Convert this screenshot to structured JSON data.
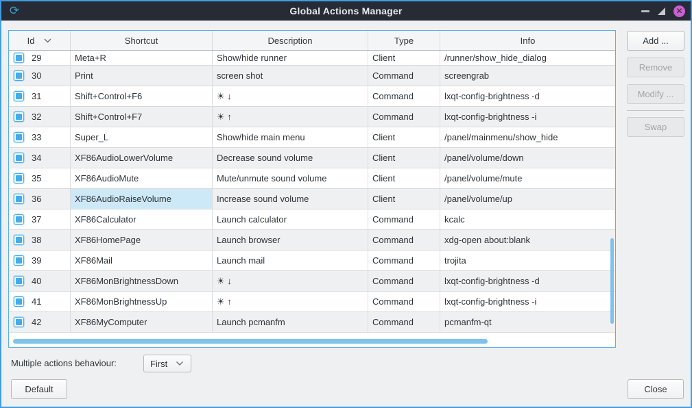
{
  "window": {
    "title": "Global Actions Manager",
    "controls": {
      "close_glyph": "✕"
    }
  },
  "table": {
    "columns": {
      "id": "Id",
      "shortcut": "Shortcut",
      "description": "Description",
      "type": "Type",
      "info": "Info"
    },
    "sorted_column": "Id",
    "rows": [
      {
        "id": "29",
        "shortcut": "Meta+R",
        "description": "Show/hide runner",
        "type": "Client",
        "info": "/runner/show_hide_dialog",
        "checked": true
      },
      {
        "id": "30",
        "shortcut": "Print",
        "description": "screen shot",
        "type": "Command",
        "info": "screengrab",
        "checked": true
      },
      {
        "id": "31",
        "shortcut": "Shift+Control+F6",
        "description": "☀ ↓",
        "type": "Command",
        "info": "lxqt-config-brightness -d",
        "checked": true
      },
      {
        "id": "32",
        "shortcut": "Shift+Control+F7",
        "description": "☀ ↑",
        "type": "Command",
        "info": "lxqt-config-brightness -i",
        "checked": true
      },
      {
        "id": "33",
        "shortcut": "Super_L",
        "description": "Show/hide main menu",
        "type": "Client",
        "info": "/panel/mainmenu/show_hide",
        "checked": true
      },
      {
        "id": "34",
        "shortcut": "XF86AudioLowerVolume",
        "description": "Decrease sound volume",
        "type": "Client",
        "info": "/panel/volume/down",
        "checked": true
      },
      {
        "id": "35",
        "shortcut": "XF86AudioMute",
        "description": "Mute/unmute sound volume",
        "type": "Client",
        "info": "/panel/volume/mute",
        "checked": true
      },
      {
        "id": "36",
        "shortcut": "XF86AudioRaiseVolume",
        "description": "Increase sound volume",
        "type": "Client",
        "info": "/panel/volume/up",
        "checked": true,
        "selected_cell": "shortcut"
      },
      {
        "id": "37",
        "shortcut": "XF86Calculator",
        "description": "Launch calculator",
        "type": "Command",
        "info": "kcalc",
        "checked": true
      },
      {
        "id": "38",
        "shortcut": "XF86HomePage",
        "description": "Launch browser",
        "type": "Command",
        "info": "xdg-open about:blank",
        "checked": true
      },
      {
        "id": "39",
        "shortcut": "XF86Mail",
        "description": "Launch mail",
        "type": "Command",
        "info": "trojita",
        "checked": true
      },
      {
        "id": "40",
        "shortcut": "XF86MonBrightnessDown",
        "description": "☀ ↓",
        "type": "Command",
        "info": "lxqt-config-brightness -d",
        "checked": true
      },
      {
        "id": "41",
        "shortcut": "XF86MonBrightnessUp",
        "description": "☀ ↑",
        "type": "Command",
        "info": "lxqt-config-brightness -i",
        "checked": true
      },
      {
        "id": "42",
        "shortcut": "XF86MyComputer",
        "description": "Launch pcmanfm",
        "type": "Command",
        "info": "pcmanfm-qt",
        "checked": true
      }
    ]
  },
  "side_buttons": {
    "add": {
      "label": "Add ...",
      "enabled": true
    },
    "remove": {
      "label": "Remove",
      "enabled": false
    },
    "modify": {
      "label": "Modify ...",
      "enabled": false
    },
    "swap": {
      "label": "Swap",
      "enabled": false
    }
  },
  "footer": {
    "behaviour_label": "Multiple actions behaviour:",
    "behaviour_value": "First",
    "default_label": "Default",
    "close_label": "Close"
  },
  "colors": {
    "accent": "#41aee9",
    "titlebar_bg": "#262b35",
    "window_border": "#409de2",
    "selected_cell_bg": "#cde9f7",
    "scrollbar": "#80c3ea",
    "close_button": "#c95fd0"
  }
}
